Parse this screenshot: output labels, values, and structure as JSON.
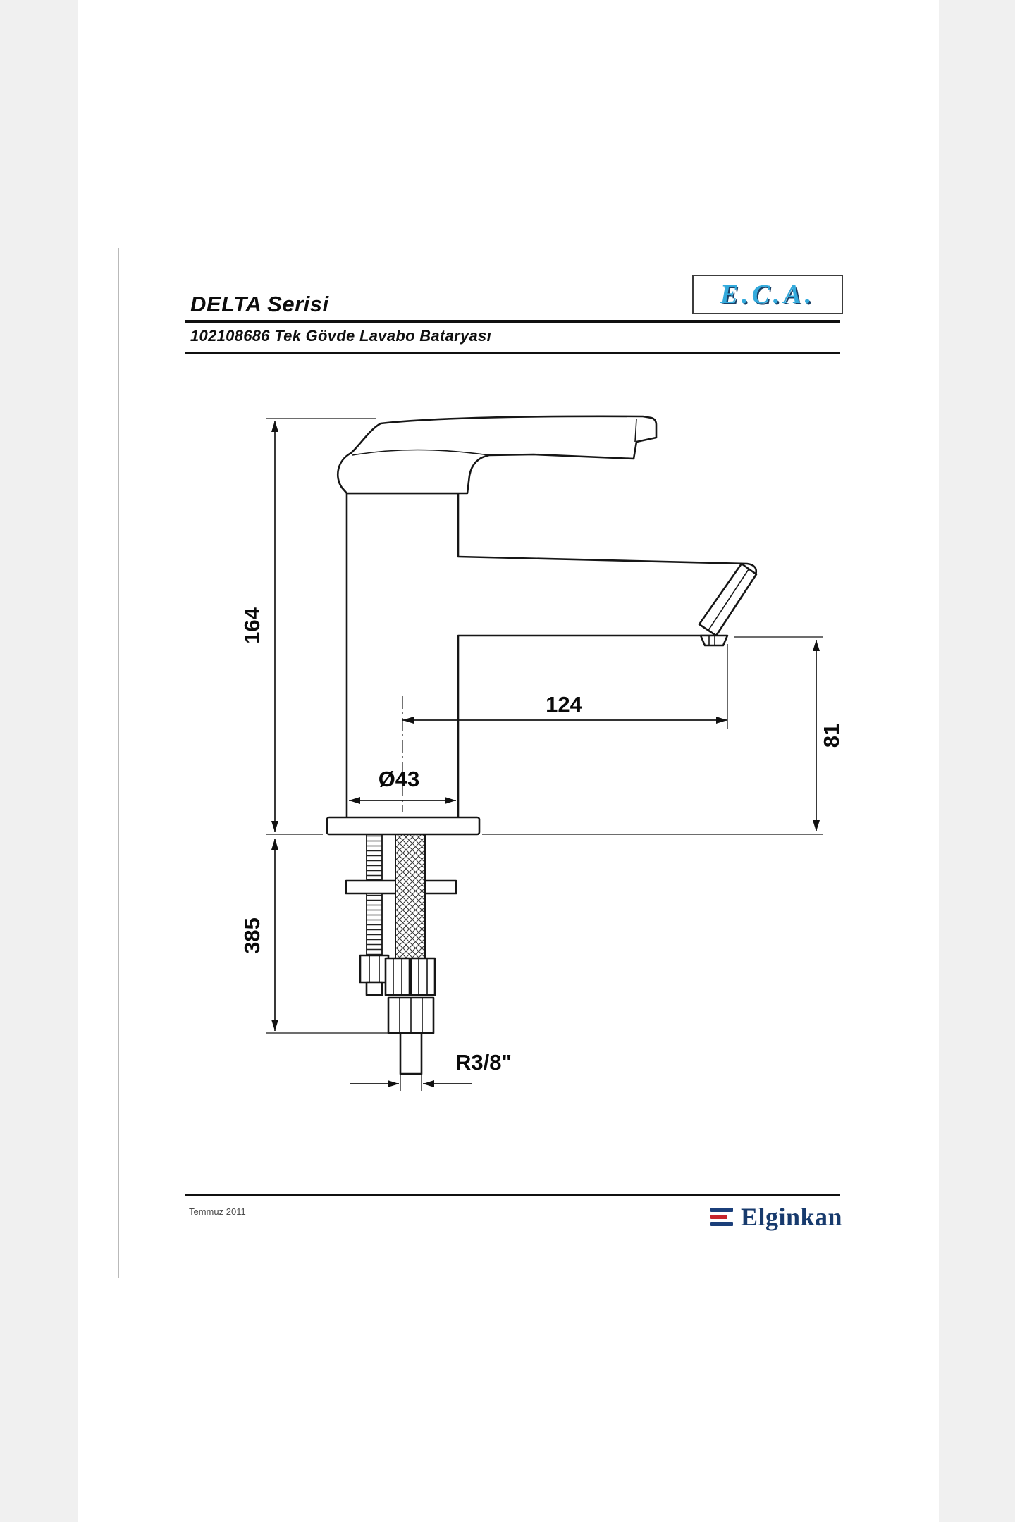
{
  "header": {
    "series": "DELTA Serisi",
    "product": "102108686 Tek Gövde Lavabo Bataryası",
    "brand": "E.C.A."
  },
  "drawing": {
    "dims": {
      "total_height": "164",
      "below_counter_depth": "385",
      "spout_reach": "124",
      "spout_height": "81",
      "body_diameter": "Ø43",
      "connection_thread": "R3/8\""
    }
  },
  "footer": {
    "date": "Temmuz 2011",
    "brand": "Elginkan"
  }
}
